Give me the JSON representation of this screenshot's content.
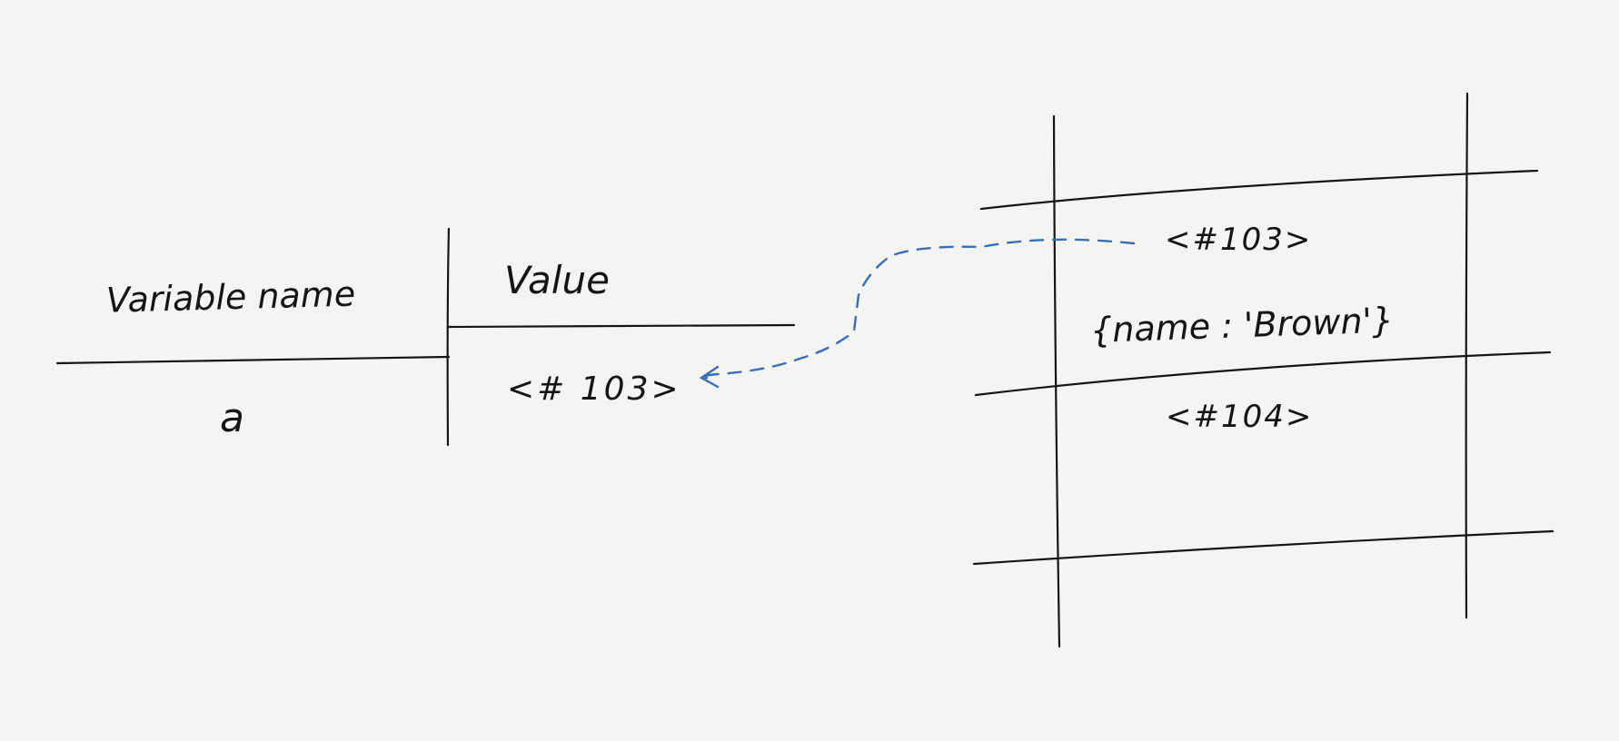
{
  "variable_table": {
    "header_name": "Variable name",
    "header_value": "Value",
    "rows": [
      {
        "name": "a",
        "value": "<# 103>"
      }
    ]
  },
  "memory_table": {
    "cells": [
      {
        "address": "<#103>",
        "content": "{name : 'Brown'}"
      },
      {
        "address": "<#104>",
        "content": ""
      }
    ]
  },
  "colors": {
    "background": "#f4f4f3",
    "ink": "#151515",
    "pointer_arrow": "#3a6db5"
  }
}
